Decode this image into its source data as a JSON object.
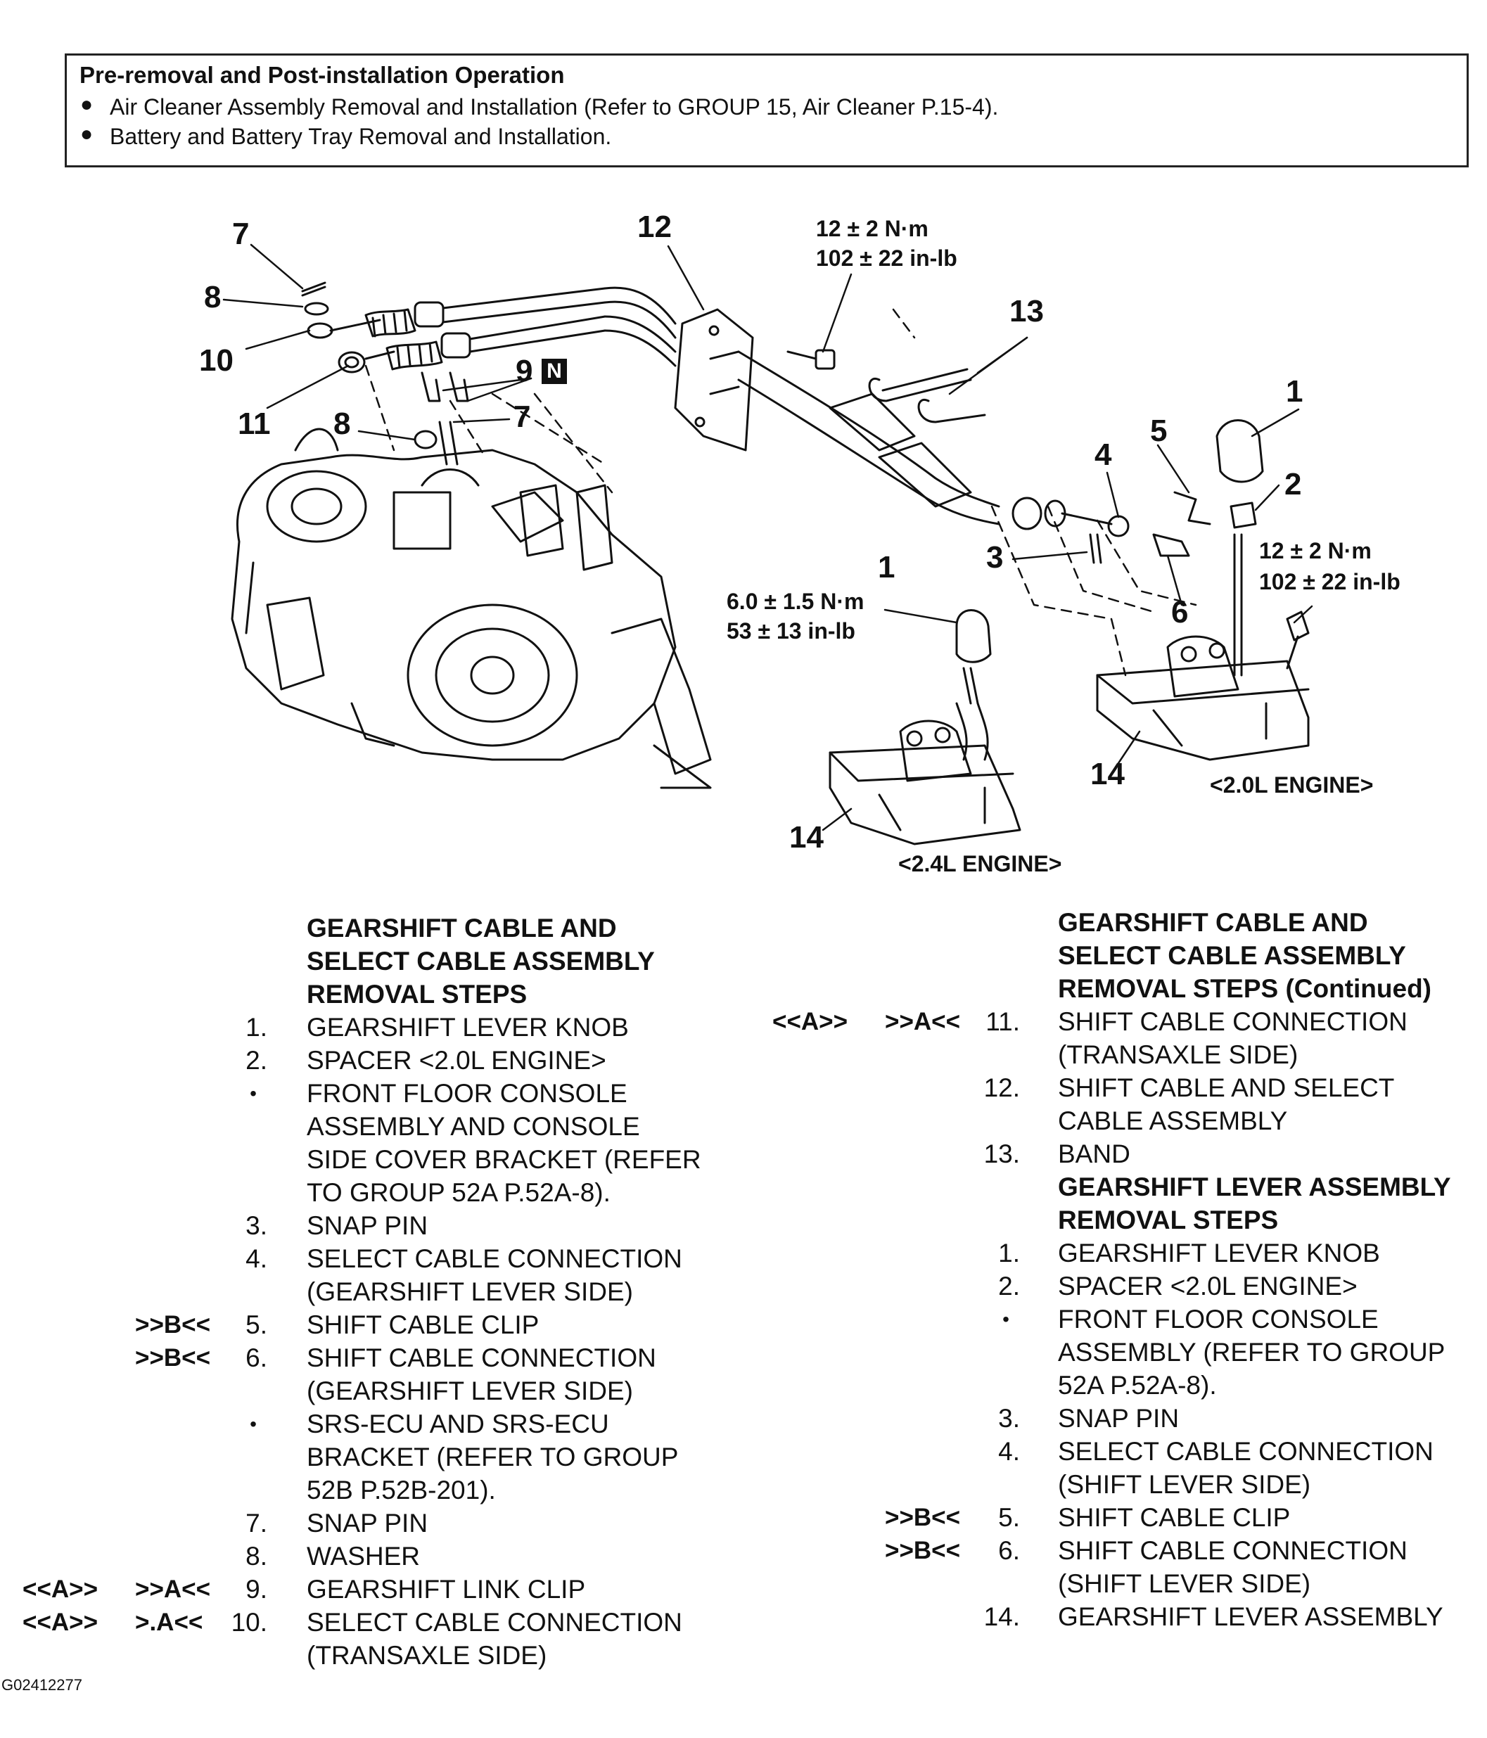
{
  "pre_operation": {
    "title": "Pre-removal and Post-installation Operation",
    "items": [
      "Air Cleaner Assembly Removal and Installation (Refer to GROUP 15, Air Cleaner P.15-4).",
      "Battery and Battery Tray Removal and Installation."
    ]
  },
  "diagram": {
    "callouts": {
      "c7a": "7",
      "c8a": "8",
      "c10": "10",
      "c11": "11",
      "c8b": "8",
      "c7b": "7",
      "c9": "9",
      "c9_badge": "N",
      "c12": "12",
      "c13": "13",
      "c1a": "1",
      "c2": "2",
      "c5": "5",
      "c4": "4",
      "c3": "3",
      "c6": "6",
      "c1b": "1",
      "c14a": "14",
      "c14b": "14"
    },
    "torque": {
      "t12_nm": "12 ± 2 N·m",
      "t12_inlb": "102 ± 22 in-lb",
      "t14_nm": "12 ± 2 N·m",
      "t14_inlb": "102 ± 22 in-lb",
      "t1_nm": "6.0 ± 1.5 N·m",
      "t1_inlb": "53 ± 13 in-lb"
    },
    "captions": {
      "engine20": "<2.0L ENGINE>",
      "engine24": "<2.4L ENGINE>"
    }
  },
  "left_column": {
    "heading": [
      "GEARSHIFT CABLE AND",
      "SELECT CABLE ASSEMBLY",
      "REMOVAL STEPS"
    ],
    "steps": [
      {
        "tag1": "",
        "tag2": "",
        "num": "1.",
        "lines": [
          "GEARSHIFT LEVER KNOB"
        ]
      },
      {
        "tag1": "",
        "tag2": "",
        "num": "2.",
        "lines": [
          "SPACER <2.0L ENGINE>"
        ]
      },
      {
        "tag1": "",
        "tag2": "",
        "num": "•",
        "lines": [
          "FRONT FLOOR CONSOLE",
          "ASSEMBLY AND CONSOLE",
          "SIDE COVER BRACKET (REFER",
          "TO GROUP 52A P.52A-8)."
        ]
      },
      {
        "tag1": "",
        "tag2": "",
        "num": "3.",
        "lines": [
          "SNAP PIN"
        ]
      },
      {
        "tag1": "",
        "tag2": "",
        "num": "4.",
        "lines": [
          "SELECT CABLE CONNECTION",
          "(GEARSHIFT LEVER SIDE)"
        ]
      },
      {
        "tag1": "",
        "tag2": ">>B<<",
        "num": "5.",
        "lines": [
          "SHIFT CABLE CLIP"
        ]
      },
      {
        "tag1": "",
        "tag2": ">>B<<",
        "num": "6.",
        "lines": [
          "SHIFT CABLE CONNECTION",
          "(GEARSHIFT LEVER SIDE)"
        ]
      },
      {
        "tag1": "",
        "tag2": "",
        "num": "•",
        "lines": [
          "SRS-ECU AND SRS-ECU",
          "BRACKET (REFER TO GROUP",
          "52B P.52B-201)."
        ]
      },
      {
        "tag1": "",
        "tag2": "",
        "num": "7.",
        "lines": [
          "SNAP PIN"
        ]
      },
      {
        "tag1": "",
        "tag2": "",
        "num": "8.",
        "lines": [
          "WASHER"
        ]
      },
      {
        "tag1": "<<A>>",
        "tag2": ">>A<<",
        "num": "9.",
        "lines": [
          "GEARSHIFT LINK CLIP"
        ]
      },
      {
        "tag1": "<<A>>",
        "tag2": ">.A<<",
        "num": "10.",
        "lines": [
          "SELECT CABLE CONNECTION",
          "(TRANSAXLE SIDE)"
        ]
      }
    ]
  },
  "right_column": {
    "heading": [
      "GEARSHIFT CABLE AND",
      "SELECT CABLE ASSEMBLY",
      "REMOVAL STEPS (Continued)"
    ],
    "steps": [
      {
        "tag1": "<<A>>",
        "tag2": ">>A<<",
        "num": "11.",
        "lines": [
          "SHIFT CABLE CONNECTION",
          "(TRANSAXLE SIDE)"
        ]
      },
      {
        "tag1": "",
        "tag2": "",
        "num": "12.",
        "lines": [
          "SHIFT CABLE AND SELECT",
          "CABLE ASSEMBLY"
        ]
      },
      {
        "tag1": "",
        "tag2": "",
        "num": "13.",
        "lines": [
          "BAND"
        ]
      }
    ],
    "heading2": [
      "GEARSHIFT LEVER ASSEMBLY",
      "REMOVAL STEPS"
    ],
    "steps2": [
      {
        "tag1": "",
        "tag2": "",
        "num": "1.",
        "lines": [
          "GEARSHIFT LEVER KNOB"
        ]
      },
      {
        "tag1": "",
        "tag2": "",
        "num": "2.",
        "lines": [
          "SPACER <2.0L ENGINE>"
        ]
      },
      {
        "tag1": "",
        "tag2": "",
        "num": "•",
        "lines": [
          "FRONT FLOOR CONSOLE",
          "ASSEMBLY (REFER TO GROUP",
          "52A P.52A-8)."
        ]
      },
      {
        "tag1": "",
        "tag2": "",
        "num": "3.",
        "lines": [
          "SNAP PIN"
        ]
      },
      {
        "tag1": "",
        "tag2": "",
        "num": "4.",
        "lines": [
          "SELECT CABLE CONNECTION",
          "(SHIFT LEVER SIDE)"
        ]
      },
      {
        "tag1": "",
        "tag2": ">>B<<",
        "num": "5.",
        "lines": [
          "SHIFT CABLE CLIP"
        ]
      },
      {
        "tag1": "",
        "tag2": ">>B<<",
        "num": "6.",
        "lines": [
          "SHIFT CABLE CONNECTION",
          "(SHIFT LEVER SIDE)"
        ]
      },
      {
        "tag1": "",
        "tag2": "",
        "num": "14.",
        "lines": [
          "GEARSHIFT LEVER ASSEMBLY"
        ]
      }
    ]
  },
  "footer": {
    "code": "G02412277"
  }
}
